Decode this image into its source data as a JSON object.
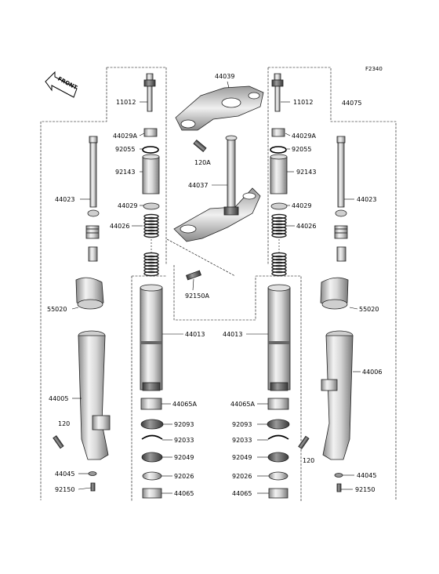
{
  "diagram": {
    "ref_code": "F2340",
    "front_label": "FRONT",
    "labels": {
      "p44039": "44039",
      "p11012_l": "11012",
      "p11012_r": "11012",
      "p44075": "44075",
      "p44029a_l": "44029A",
      "p44029a_r": "44029A",
      "p92055_l": "92055",
      "p92055_r": "92055",
      "p120a": "120A",
      "p92143_l": "92143",
      "p92143_r": "92143",
      "p44037": "44037",
      "p44023_l": "44023",
      "p44023_r": "44023",
      "p44029_l": "44029",
      "p44029_r": "44029",
      "p44026_l": "44026",
      "p44026_r": "44026",
      "p92150a": "92150A",
      "p55020_l": "55020",
      "p55020_r": "55020",
      "p44013_l": "44013",
      "p44013_r": "44013",
      "p44006": "44006",
      "p44005": "44005",
      "p44065a_l": "44065A",
      "p44065a_r": "44065A",
      "p120_l": "120",
      "p120_r": "120",
      "p92093_l": "92093",
      "p92093_r": "92093",
      "p92033_l": "92033",
      "p92033_r": "92033",
      "p92049_l": "92049",
      "p92049_r": "92049",
      "p44045_l": "44045",
      "p44045_r": "44045",
      "p92026_l": "92026",
      "p92026_r": "92026",
      "p92150_l": "92150",
      "p92150_r": "92150",
      "p44065_l": "44065",
      "p44065_r": "44065"
    }
  }
}
